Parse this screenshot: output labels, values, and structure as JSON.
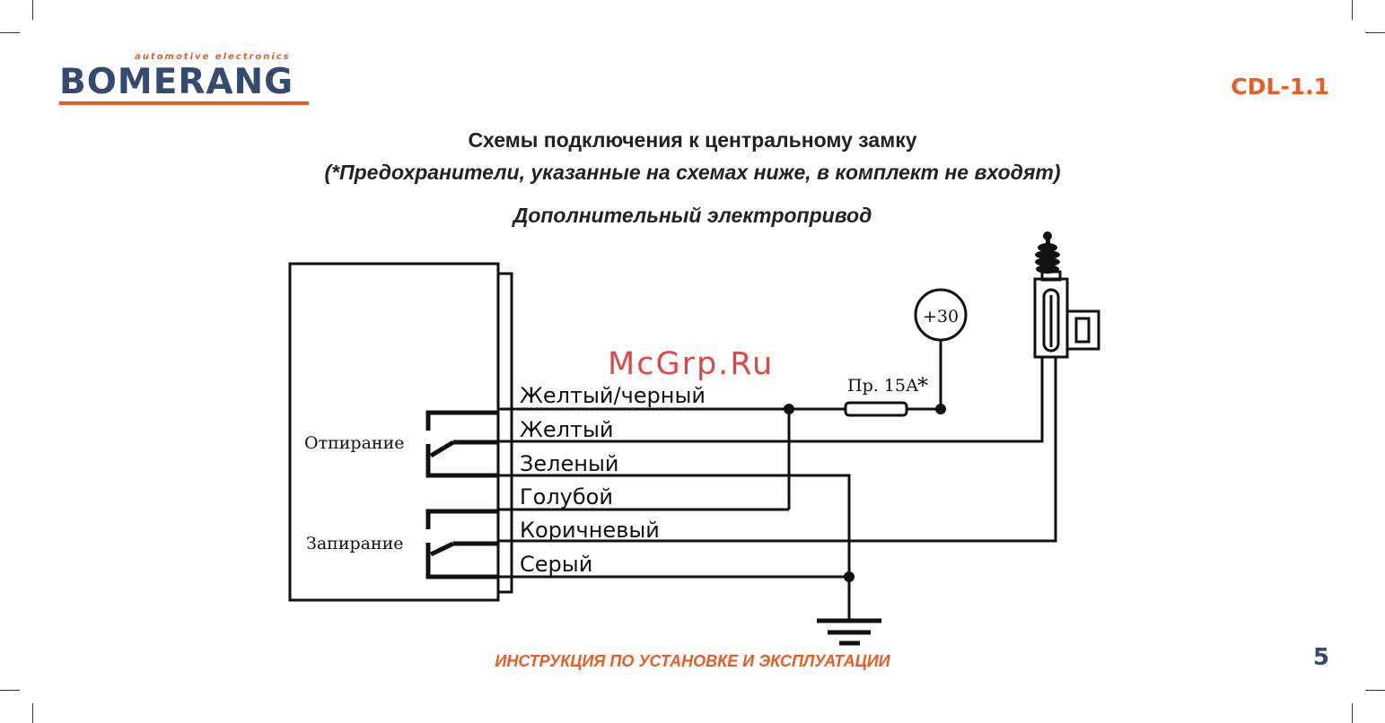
{
  "brand": {
    "tagline": "automotive electronics",
    "name": "BOMERANG",
    "model": "CDL-1.1"
  },
  "titles": {
    "main": "Схемы подключения к центральному замку",
    "note": "(*Предохранители, указанные на схемах ниже, в комплект не входят)",
    "diagram": "Дополнительный электропривод"
  },
  "diagram": {
    "relay_labels": [
      "Отпирание",
      "Запирание"
    ],
    "wires": [
      "Желтый/черный",
      "Желтый",
      "Зеленый",
      "Голубой",
      "Коричневый",
      "Серый"
    ],
    "fuse_label": "Пр. 15А",
    "fuse_marker": "*",
    "power_label": "+30",
    "watermark": "McGrp.Ru"
  },
  "footer": {
    "text": "ИНСТРУКЦИЯ ПО УСТАНОВКЕ И ЭКСПЛУАТАЦИИ",
    "page": "5"
  },
  "colors": {
    "accent": "#e85c26",
    "brand_dark": "#344a6e",
    "line": "#111111",
    "watermark": "#e04848"
  }
}
